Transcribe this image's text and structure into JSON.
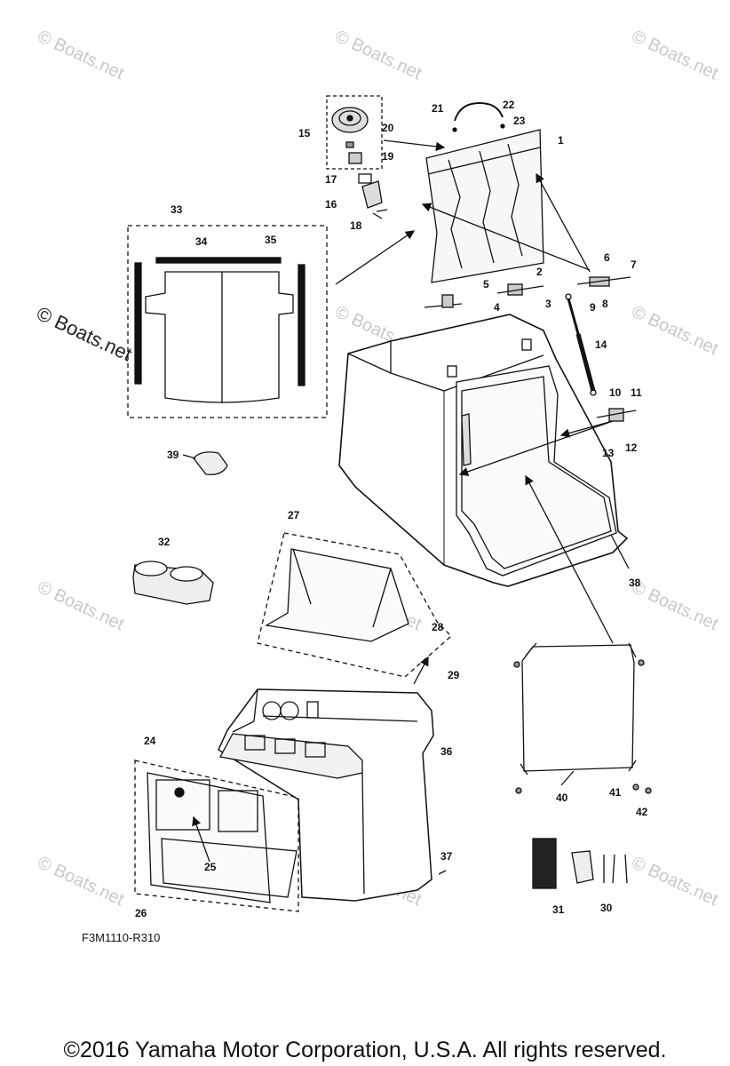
{
  "watermark_text": "© Boats.net",
  "watermark_prominent_text": "© Boats.net",
  "callouts": [
    "1",
    "2",
    "3",
    "4",
    "5",
    "6",
    "7",
    "8",
    "9",
    "10",
    "11",
    "12",
    "13",
    "14",
    "15",
    "16",
    "17",
    "18",
    "19",
    "20",
    "21",
    "22",
    "23",
    "24",
    "25",
    "26",
    "27",
    "28",
    "29",
    "30",
    "31",
    "32",
    "33",
    "34",
    "35",
    "36",
    "37",
    "38",
    "39",
    "40",
    "41",
    "42"
  ],
  "diagram_code": "F3M1110-R310",
  "copyright": "©2016 Yamaha Motor Corporation, U.S.A. All rights reserved."
}
